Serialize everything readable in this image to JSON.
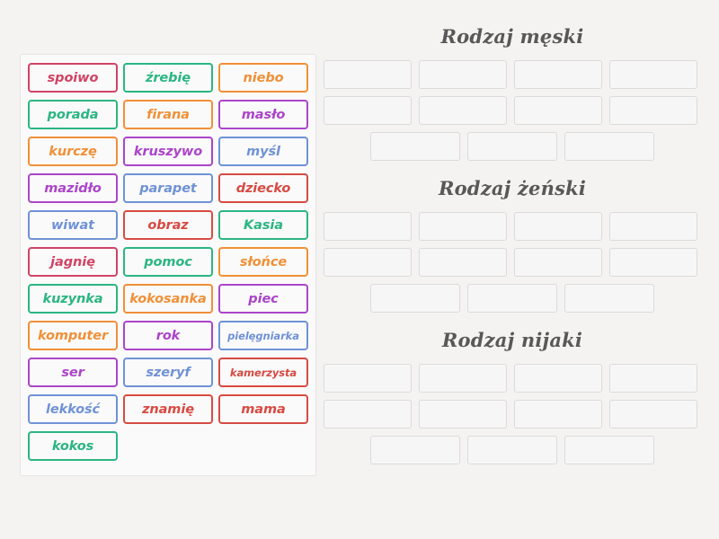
{
  "page": {
    "background_color": "#f4f3f2",
    "type": "group-sort-activity"
  },
  "word_bank": {
    "name": "word-bank",
    "tiles": [
      {
        "label": "spoiwo",
        "color": "#cf4464"
      },
      {
        "label": "źrebię",
        "color": "#2bb583"
      },
      {
        "label": "niebo",
        "color": "#ef9038"
      },
      {
        "label": "porada",
        "color": "#2bb583"
      },
      {
        "label": "firana",
        "color": "#ef9038"
      },
      {
        "label": "masło",
        "color": "#ab45c9"
      },
      {
        "label": "kurczę",
        "color": "#ef9038"
      },
      {
        "label": "kruszywo",
        "color": "#ab45c9"
      },
      {
        "label": "myśl",
        "color": "#6f92d6"
      },
      {
        "label": "mazidło",
        "color": "#ab45c9"
      },
      {
        "label": "parapet",
        "color": "#6f92d6"
      },
      {
        "label": "dziecko",
        "color": "#d64b43"
      },
      {
        "label": "wiwat",
        "color": "#6f92d6"
      },
      {
        "label": "obraz",
        "color": "#d64b43"
      },
      {
        "label": "Kasia",
        "color": "#2bb583"
      },
      {
        "label": "jagnię",
        "color": "#cf4464"
      },
      {
        "label": "pomoc",
        "color": "#2bb583"
      },
      {
        "label": "słońce",
        "color": "#ef9038"
      },
      {
        "label": "kuzynka",
        "color": "#2bb583"
      },
      {
        "label": "kokosanka",
        "color": "#ef9038"
      },
      {
        "label": "piec",
        "color": "#ab45c9"
      },
      {
        "label": "komputer",
        "color": "#ef9038"
      },
      {
        "label": "rok",
        "color": "#ab45c9"
      },
      {
        "label": "pielęgniarka",
        "color": "#6f92d6",
        "small": true
      },
      {
        "label": "ser",
        "color": "#ab45c9"
      },
      {
        "label": "szeryf",
        "color": "#6f92d6"
      },
      {
        "label": "kamerzysta",
        "color": "#d64b43",
        "small": true
      },
      {
        "label": "lekkość",
        "color": "#6f92d6"
      },
      {
        "label": "znamię",
        "color": "#d64b43"
      },
      {
        "label": "mama",
        "color": "#d64b43"
      },
      {
        "label": "kokos",
        "color": "#2bb583"
      }
    ]
  },
  "categories": [
    {
      "title": "Rodzaj męski",
      "rows": [
        {
          "count": 4,
          "indent": false
        },
        {
          "count": 4,
          "indent": false
        },
        {
          "count": 3,
          "indent": true
        }
      ]
    },
    {
      "title": "Rodzaj żeński",
      "rows": [
        {
          "count": 4,
          "indent": false
        },
        {
          "count": 4,
          "indent": false
        },
        {
          "count": 3,
          "indent": true
        }
      ]
    },
    {
      "title": "Rodzaj nijaki",
      "rows": [
        {
          "count": 4,
          "indent": false
        },
        {
          "count": 4,
          "indent": false
        },
        {
          "count": 3,
          "indent": true
        }
      ]
    }
  ]
}
